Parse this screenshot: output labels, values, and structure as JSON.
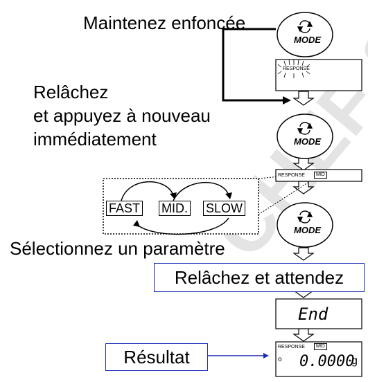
{
  "labels": {
    "hold": "Maintenez enfoncée",
    "release_line1": "Relâchez",
    "release_line2": "et appuyez à nouveau",
    "release_line3": "immédiatement",
    "select": "Sélectionnez un paramètre",
    "release_wait": "Relâchez et attendez",
    "result": "Résultat"
  },
  "key": {
    "label": "MODE",
    "icon": "cycle-arrows-icon"
  },
  "options": [
    "FAST",
    "MID.",
    "SLOW"
  ],
  "displays": {
    "response_label": "RESPONSE",
    "mid_badge": "MID",
    "end_text": "End",
    "result_value": "0.0000",
    "result_unit": "g",
    "stable_mark": "o"
  },
  "watermark": {
    "text": "CHEF SAS"
  },
  "colors": {
    "accent": "#1a2bb5",
    "watermark": "#d9d9d9"
  }
}
